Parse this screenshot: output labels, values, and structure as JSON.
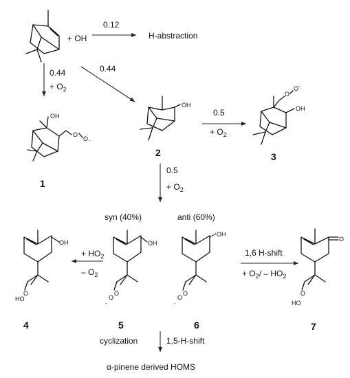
{
  "reactant": {
    "plus_oh": "+ OH"
  },
  "arrows": {
    "habs_rate": "0.12",
    "habs_product": "H-abstraction",
    "down_rate": "0.44",
    "down_o2": "+ O",
    "diag_rate": "0.44",
    "to3_rate": "0.5",
    "to3_o2": "+ O",
    "down2_rate": "0.5",
    "down2_o2": "+ O",
    "ho2_reagent": "+ HO",
    "ho2_loss": "– O",
    "shift_label": "1,6 H-shift",
    "shift_reagents": "+ O",
    "shift_ho2": "/ – HO",
    "cyclization": "cyclization",
    "h15_shift": "1,5-H-shift"
  },
  "branches": {
    "syn": "syn (40%)",
    "anti": "anti (60%)"
  },
  "compounds": {
    "c1": "1",
    "c2": "2",
    "c3": "3",
    "c4": "4",
    "c5": "5",
    "c6": "6",
    "c7": "7"
  },
  "atoms": {
    "oh": "OH",
    "ho": "HO",
    "o": "O",
    "oo": "O",
    "dot": ".",
    "two": "2"
  },
  "footer": {
    "final_product": "α-pinene derived HOMS"
  }
}
